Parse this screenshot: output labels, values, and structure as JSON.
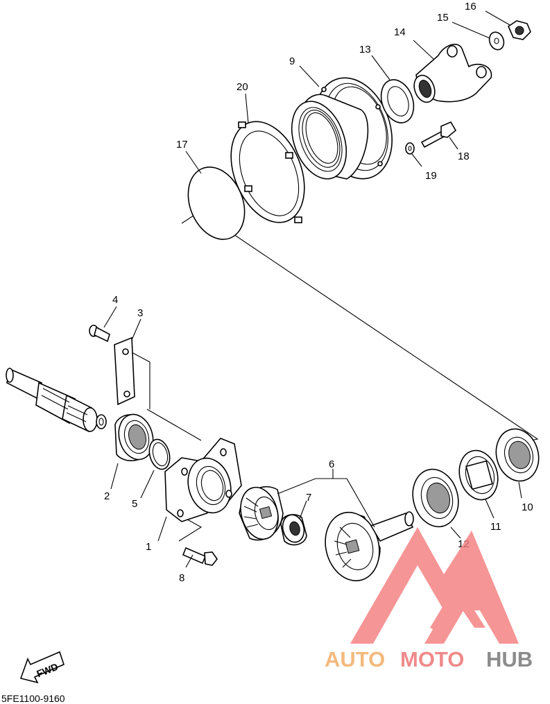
{
  "diagram": {
    "callouts": [
      {
        "id": "c1",
        "text": "1"
      },
      {
        "id": "c2",
        "text": "2"
      },
      {
        "id": "c3",
        "text": "3"
      },
      {
        "id": "c4",
        "text": "4"
      },
      {
        "id": "c5",
        "text": "5"
      },
      {
        "id": "c6",
        "text": "6"
      },
      {
        "id": "c7",
        "text": "7"
      },
      {
        "id": "c8",
        "text": "8"
      },
      {
        "id": "c9",
        "text": "9"
      },
      {
        "id": "c10",
        "text": "10"
      },
      {
        "id": "c11",
        "text": "11"
      },
      {
        "id": "c12",
        "text": "12"
      },
      {
        "id": "c13",
        "text": "13"
      },
      {
        "id": "c14",
        "text": "14"
      },
      {
        "id": "c15",
        "text": "15"
      },
      {
        "id": "c16",
        "text": "16"
      },
      {
        "id": "c17",
        "text": "17"
      },
      {
        "id": "c18",
        "text": "18"
      },
      {
        "id": "c19",
        "text": "19"
      },
      {
        "id": "c20",
        "text": "20"
      }
    ],
    "fwd_label": "FWD",
    "part_code": "5FE1100-9160"
  },
  "watermark": {
    "word_1": "AUTO",
    "word_2": "MOTO",
    "word_3": "HUB",
    "color_1": "#f3b97e",
    "color_2": "#f08a8a",
    "color_3": "#8c8c8c",
    "logo_color": "#f47b7b"
  }
}
